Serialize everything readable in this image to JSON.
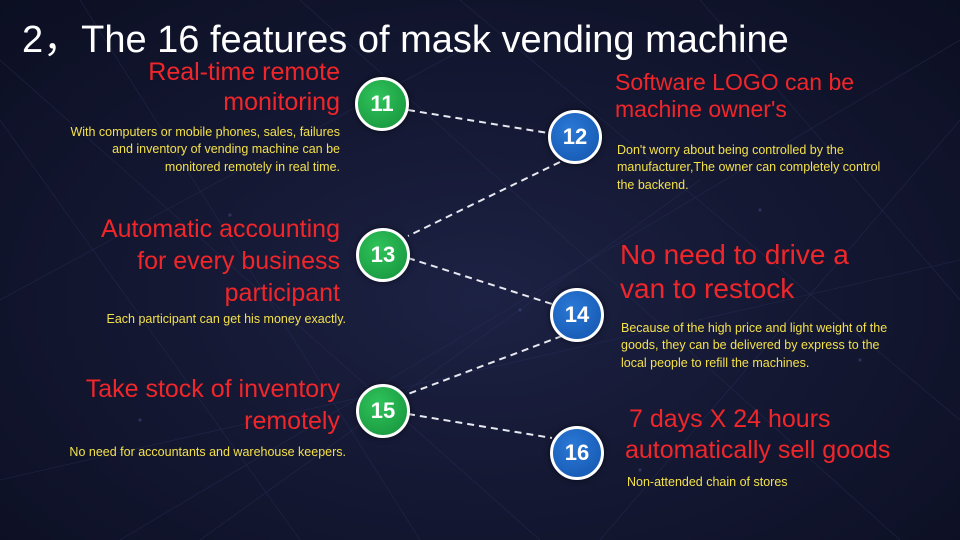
{
  "title": "2，The 16 features of mask vending machine",
  "colors": {
    "heading": "#f0262a",
    "description": "#f4e14a",
    "badge_green": "#1fa54a",
    "badge_blue": "#1a63c0",
    "background": "#141833"
  },
  "features": [
    {
      "number": "11",
      "heading_line1": "Real-time remote",
      "heading_line2": "monitoring",
      "heading_line3": "",
      "desc_line1": "With computers or mobile phones, sales, failures",
      "desc_line2": "and inventory of vending machine can be",
      "desc_line3": "monitored remotely in real time."
    },
    {
      "number": "12",
      "heading_line1": "Software LOGO can be",
      "heading_line2": "machine owner's",
      "heading_line3": "",
      "desc_line1": "Don't worry about being controlled by the",
      "desc_line2": "manufacturer,The owner can completely control",
      "desc_line3": "the backend."
    },
    {
      "number": "13",
      "heading_line1": "Automatic accounting",
      "heading_line2": "for every business",
      "heading_line3": "participant",
      "desc_line1": "Each participant can get his money exactly.",
      "desc_line2": "",
      "desc_line3": ""
    },
    {
      "number": "14",
      "heading_line1": "No need to drive a",
      "heading_line2": "van to restock",
      "heading_line3": "",
      "desc_line1": "Because of the high price and light weight of the",
      "desc_line2": "goods, they can be delivered by express to the",
      "desc_line3": "local people to refill the machines."
    },
    {
      "number": "15",
      "heading_line1": "Take stock of inventory",
      "heading_line2": "remotely",
      "heading_line3": "",
      "desc_line1": "No need for accountants and warehouse keepers.",
      "desc_line2": "",
      "desc_line3": ""
    },
    {
      "number": "16",
      "heading_line1": "7 days X 24 hours",
      "heading_line2": "automatically sell goods",
      "heading_line3": "",
      "desc_line1": "Non-attended chain of stores",
      "desc_line2": "",
      "desc_line3": ""
    }
  ]
}
